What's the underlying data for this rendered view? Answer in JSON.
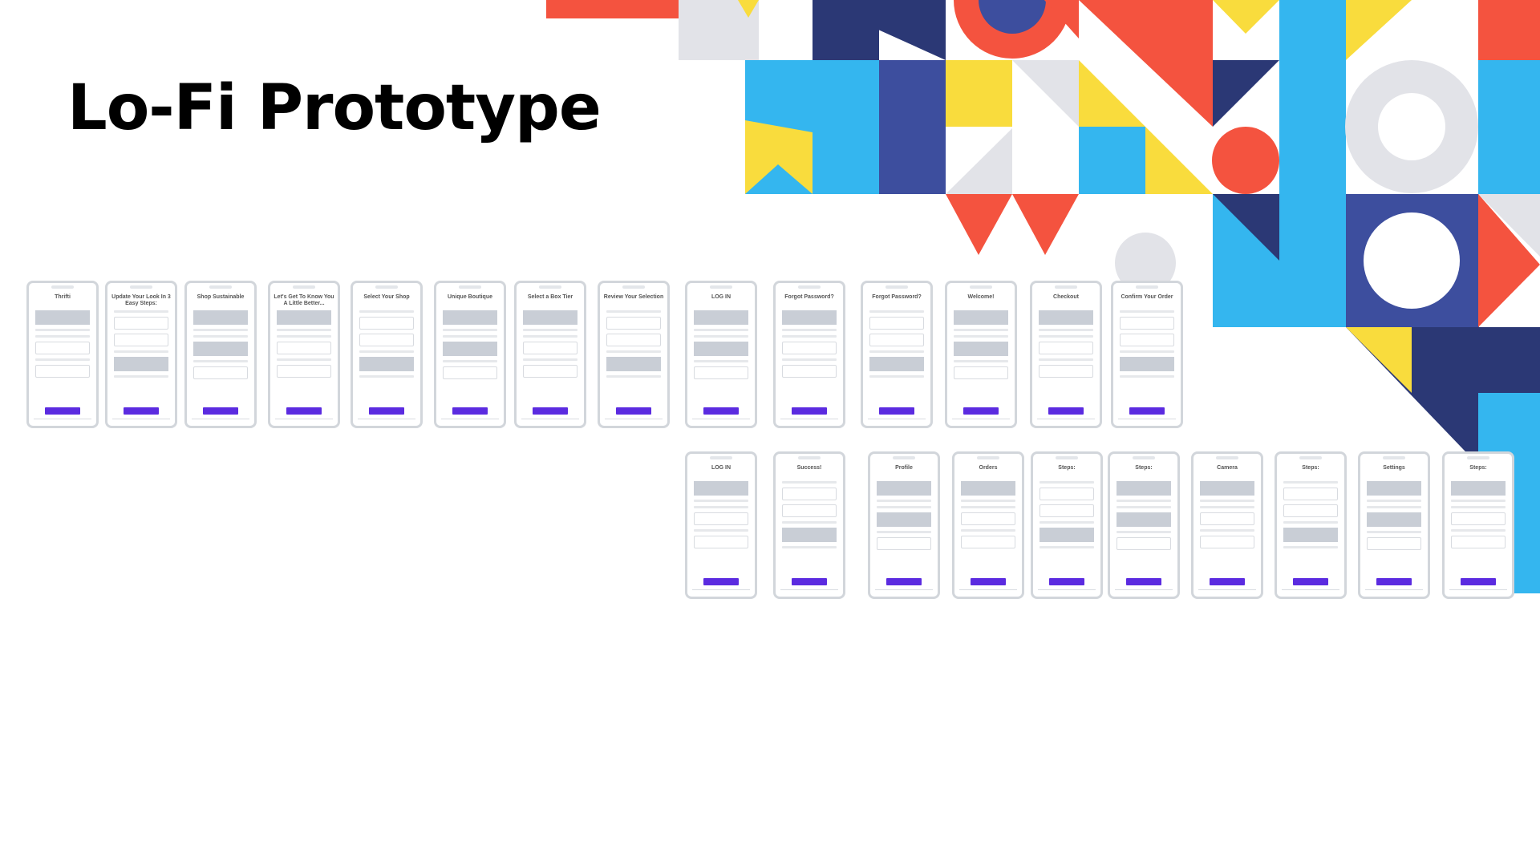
{
  "slide": {
    "title": "Lo-Fi Prototype"
  },
  "colors": {
    "red": "#f4533f",
    "navy": "#2b3875",
    "indigo": "#3d4e9e",
    "yellow": "#f9dc3d",
    "cyan": "#34b6ef",
    "gray": "#e2e3e8",
    "purple": "#5b2be0",
    "frame": "#d2d6db"
  },
  "prototype_screens": {
    "row1": [
      "Thrifti",
      "Update Your Look In 3 Easy Steps:",
      "Shop Sustainable",
      "Let's Get To Know You A Little Better...",
      "Select Your Shop",
      "Unique Boutique",
      "Select a Box Tier",
      "Review Your Selection",
      "LOG IN",
      "Forgot Password?",
      "Forgot Password?",
      "Welcome!",
      "Checkout",
      "Confirm Your Order"
    ],
    "row2": [
      "LOG IN",
      "Success!",
      "Profile",
      "Orders",
      "Steps:",
      "Steps:",
      "Camera",
      "Steps:",
      "Settings",
      "Steps:"
    ]
  }
}
